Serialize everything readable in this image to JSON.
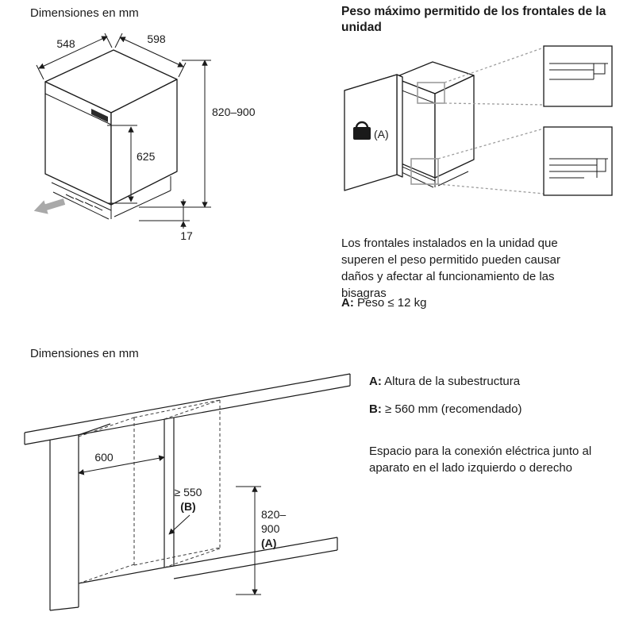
{
  "page": {
    "background": "#ffffff",
    "text_color": "#1a1a1a",
    "callout_gray": "#9d9d9d"
  },
  "sections": {
    "dims_unit": {
      "title": "Dimensiones en mm",
      "labels": {
        "depth": "548",
        "width": "598",
        "height": "820–900",
        "door": "625",
        "plinth": "17"
      }
    },
    "weight": {
      "heading": "Peso máximo permitido de los frontales de la unidad",
      "panel_key": "(A)",
      "body": "Los frontales instalados en la unidad que superen el peso permitido pueden causar daños y afectar al funcionamiento de las bisagras",
      "spec_key": "A:",
      "spec_text": "Peso ≤ 12 kg"
    },
    "dims_niche": {
      "title": "Dimensiones en mm",
      "labels": {
        "width": "600",
        "depth": "≥ 550",
        "depth_key": "(B)",
        "height_1": "820–",
        "height_2": "900",
        "height_key": "(A)"
      }
    },
    "legend": {
      "a_key": "A:",
      "a_text": "Altura de la subestructura",
      "b_key": "B:",
      "b_text": "≥ 560 mm (recomendado)",
      "note": "Espacio para la conexión eléctrica junto al aparato en el lado izquierdo o derecho"
    }
  }
}
